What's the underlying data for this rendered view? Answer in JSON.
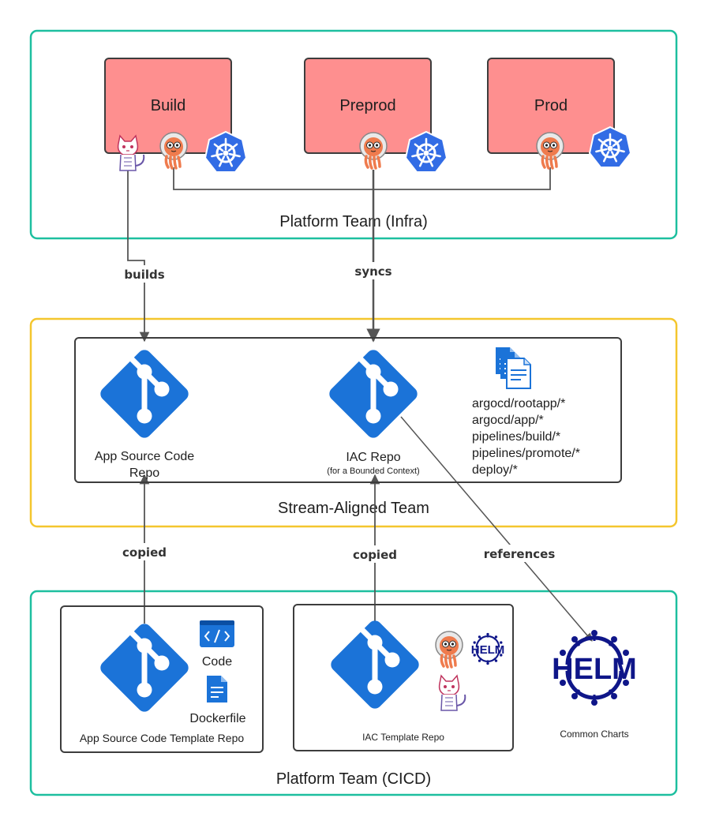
{
  "colors": {
    "platform_border": "#1dbf9f",
    "stream_border": "#f4c62e",
    "box_border": "#3d3d3d",
    "env_fill": "#fe8f8f",
    "git_blue": "#1b73d8",
    "kube_blue": "#326ce5",
    "helm_navy": "#0f1689",
    "argo_orange": "#ef7b4d",
    "connector": "#555555"
  },
  "groups": {
    "infra": {
      "title": "Platform Team (Infra)"
    },
    "stream": {
      "title": "Stream-Aligned Team"
    },
    "cicd": {
      "title": "Platform Team (CICD)"
    }
  },
  "environments": [
    {
      "label": "Build",
      "icons": [
        "tekton-cat-icon",
        "argo-icon",
        "kubernetes-icon"
      ]
    },
    {
      "label": "Preprod",
      "icons": [
        "argo-icon",
        "kubernetes-icon"
      ]
    },
    {
      "label": "Prod",
      "icons": [
        "argo-icon",
        "kubernetes-icon"
      ]
    }
  ],
  "stream_repos": {
    "app": {
      "label_line1": "App Source Code",
      "label_line2": "Repo",
      "icon": "git-icon"
    },
    "iac": {
      "label": "IAC Repo",
      "sublabel": "(for a  Bounded Context)",
      "icon": "git-icon"
    }
  },
  "iac_paths": [
    "argocd/rootapp/*",
    "argocd/app/*",
    "pipelines/build/*",
    "pipelines/promote/*",
    "deploy/*"
  ],
  "templates": {
    "app": {
      "label": "App Source Code Template Repo",
      "code_label": "Code",
      "dockerfile_label": "Dockerfile"
    },
    "iac": {
      "label": "IAC Template Repo",
      "helm_text": "HELM"
    }
  },
  "common_charts": {
    "label": "Common Charts",
    "helm_text": "HELM"
  },
  "edges": {
    "builds": "builds",
    "syncs": "syncs",
    "copied_app": "copied",
    "copied_iac": "copied",
    "references": "references"
  }
}
